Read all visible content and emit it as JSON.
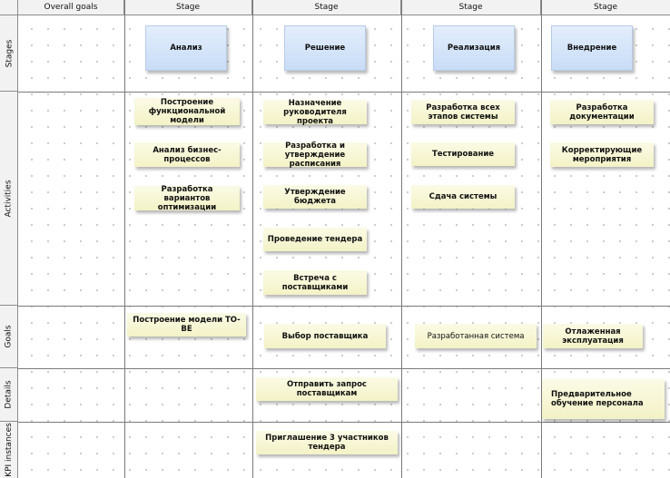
{
  "header": {
    "columns": [
      "Overall goals",
      "Stage",
      "Stage",
      "Stage",
      "Stage"
    ]
  },
  "rows": {
    "labels": [
      "Stages",
      "Activities",
      "Goals",
      "Details",
      "KPI instances"
    ]
  },
  "stages": {
    "s1": "Анализ",
    "s2": "Решение",
    "s3": "Реализация",
    "s4": "Внедрение"
  },
  "activities": {
    "a1": "Построение функциональной модели",
    "a2": "Анализ бизнес-процессов",
    "a3": "Разработка вариантов оптимизации",
    "a4": "Назначение руководителя проекта",
    "a5": "Разработка и утверждение расписания",
    "a6": "Утверждение бюджета",
    "a7": "Проведение тендера",
    "a8": "Встреча с поставщиками",
    "a9": "Разработка всех этапов системы",
    "a10": "Тестирование",
    "a11": "Сдача системы",
    "a12": "Разработка документации",
    "a13": "Корректирующие мероприятия"
  },
  "goals": {
    "g1": "Построение модели TO-BE",
    "g2": "Выбор поставщика",
    "g3": "Разработанная система",
    "g4": "Отлаженная эксплуатация"
  },
  "details": {
    "d1": "Отправить запрос поставщикам",
    "d2": "Предварительное обучение персонала"
  },
  "kpi": {
    "k1": "Приглашение 3 участников тендера"
  },
  "colors": {
    "note_yellow": "#f6f5d0",
    "note_blue": "#d3e3f8",
    "grid_line": "#7a7a7a"
  }
}
